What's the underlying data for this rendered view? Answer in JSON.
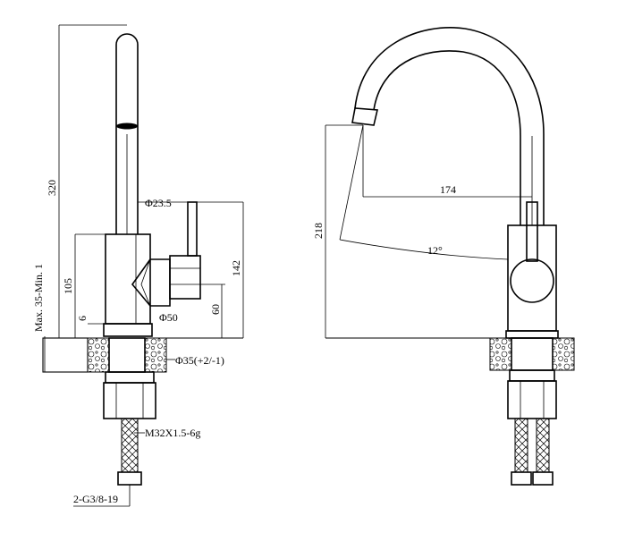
{
  "side_view": {
    "dim_height": "320",
    "dim_spout_dia": "Φ23.5",
    "dim_body_height": "105",
    "dim_handle_height": "142",
    "dim_lever": "60",
    "dim_base_offset": "6",
    "dim_base_dia": "Φ50",
    "dim_deck": "Max. 35-Min. 1",
    "dim_hole_dia": "Φ35(+2/-1)",
    "dim_thread": "M32X1.5-6g",
    "dim_hose": "2-G3/8-19"
  },
  "front_view": {
    "dim_reach": "174",
    "dim_spout_height": "218",
    "dim_angle": "12°"
  }
}
